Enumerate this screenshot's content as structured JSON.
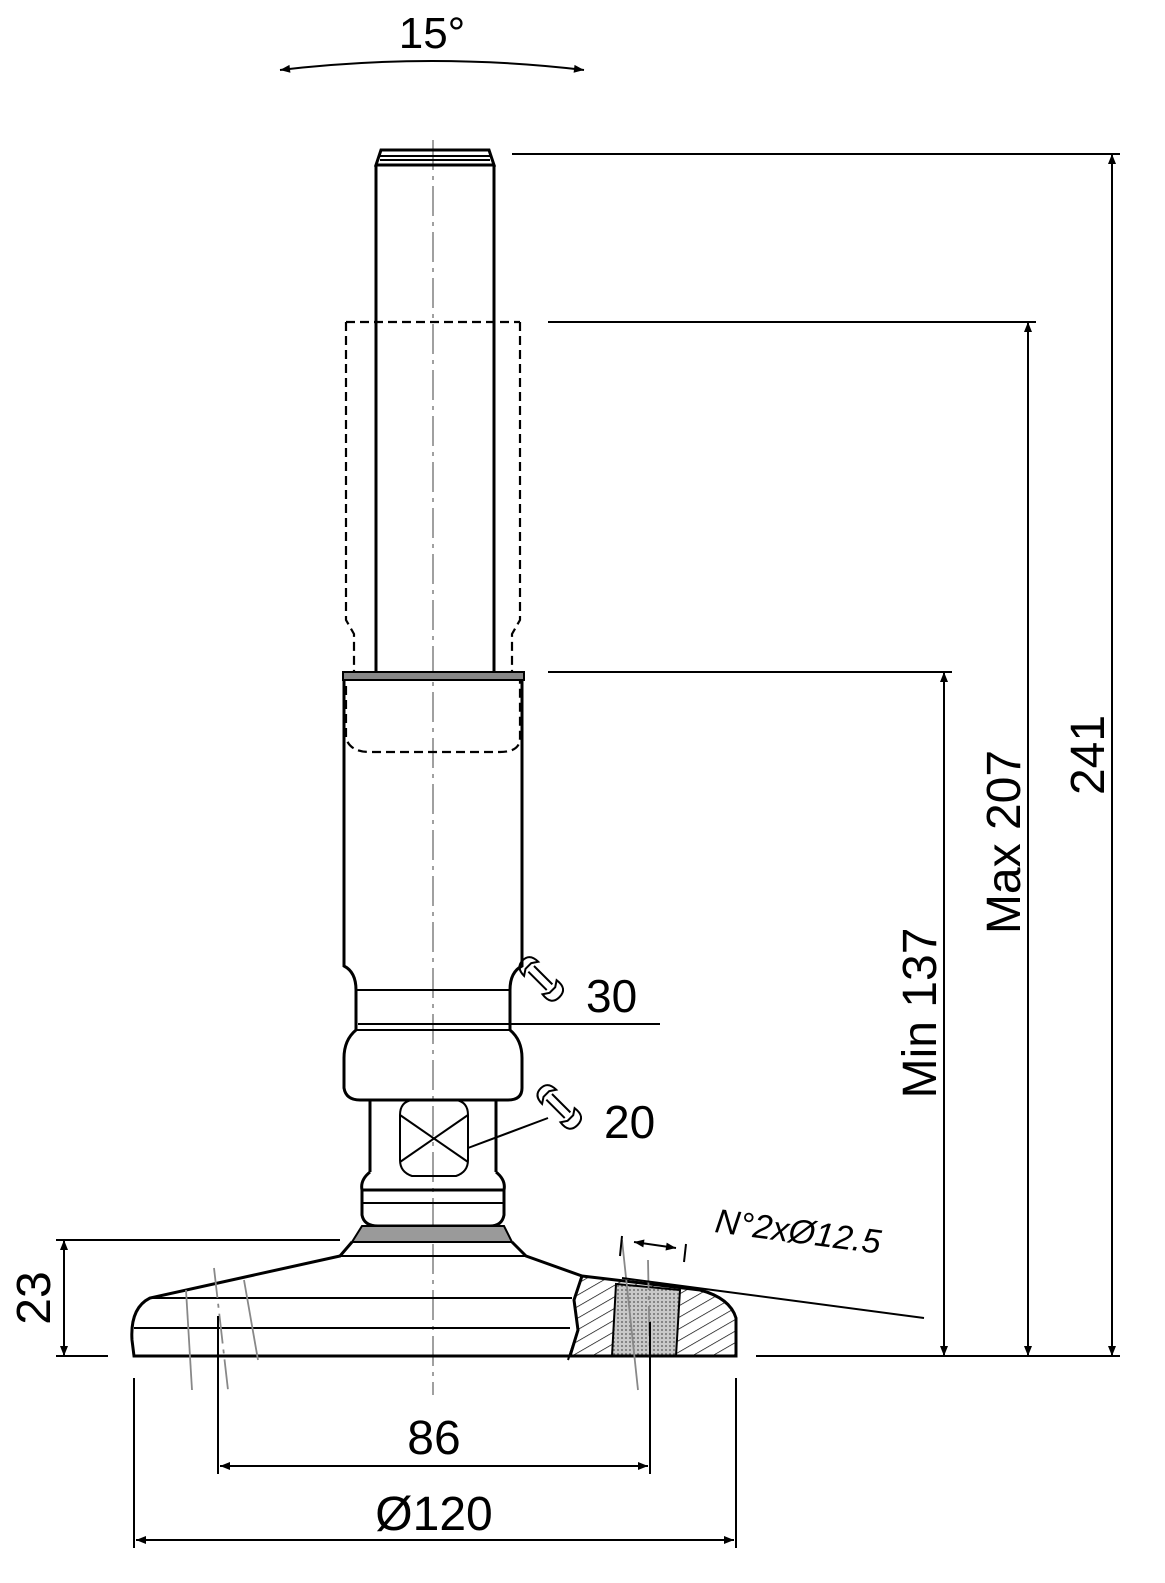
{
  "drawing": {
    "tilt_angle": "15°",
    "total_height": "241",
    "max_height": "Max 207",
    "min_height": "Min 137",
    "base_thickness": "23",
    "hole_spacing": "86",
    "base_diameter": "Ø120",
    "holes_note": "N°2xØ12.5",
    "wrench_body": "30",
    "wrench_nut": "20"
  },
  "icons": {
    "wrench_body": "wrench-icon",
    "wrench_nut": "wrench-icon"
  }
}
